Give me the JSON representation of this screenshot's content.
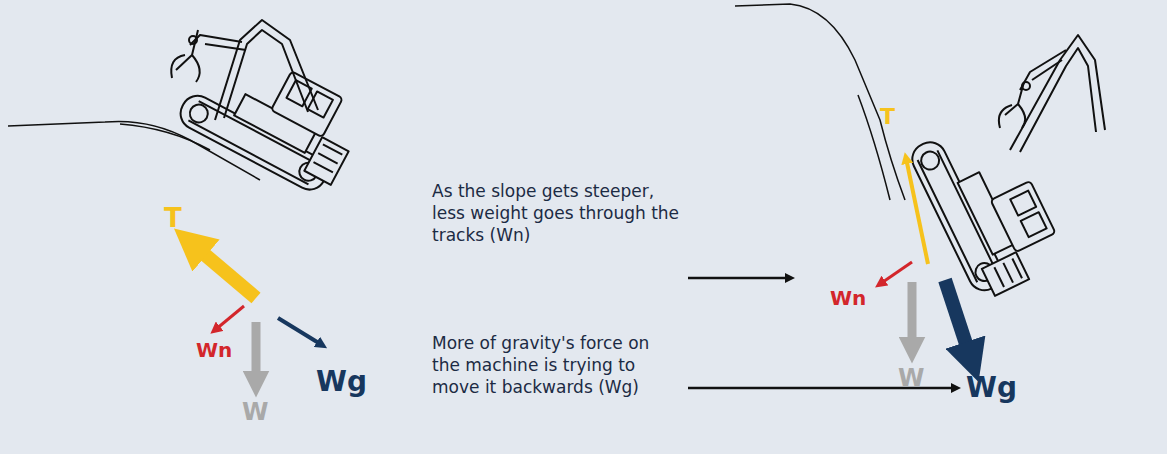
{
  "diagram": {
    "labels": [
      "T",
      "Wn",
      "W",
      "Wg",
      "As the slope gets steeper, less weight goes through the tracks (Wn)",
      "T",
      "Wn",
      "W",
      "More of gravity's force on the machine is trying to move it backwards (Wg)",
      "Wg"
    ]
  }
}
